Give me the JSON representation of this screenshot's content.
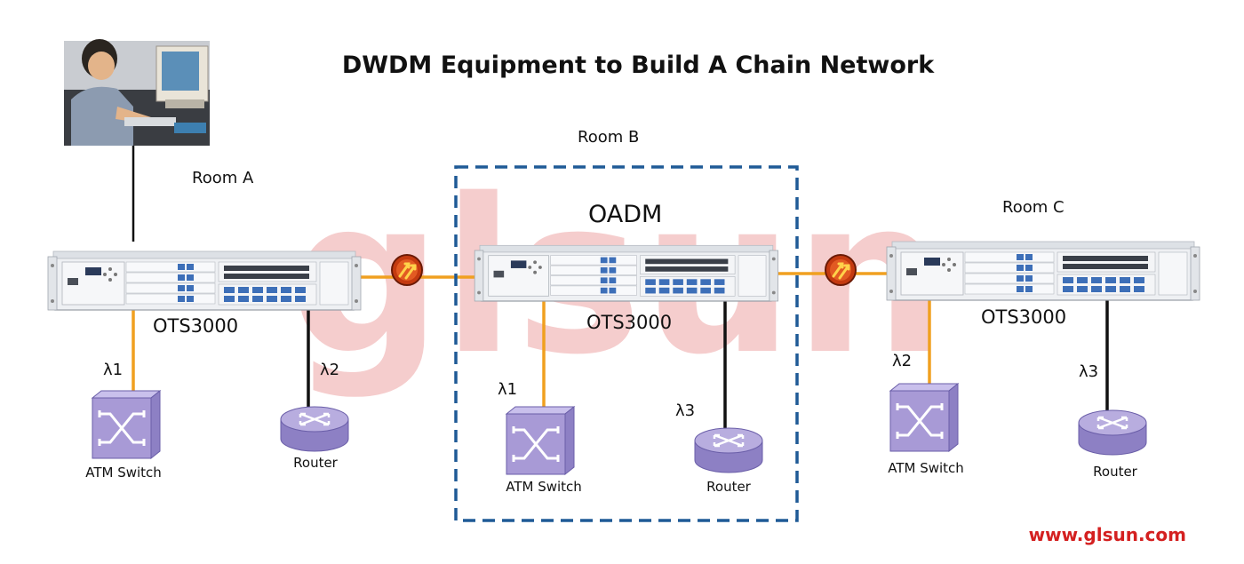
{
  "title": "DWDM Equipment to Build A Chain Network",
  "watermark": "glsun",
  "website": "www.glsun.com",
  "colors": {
    "fiber_orange": "#f0a020",
    "dashed_box": "#1f5a96",
    "watermark": "#f2b8b8",
    "website_red": "#d42020",
    "device_purple": "#a89ad6"
  },
  "rooms": {
    "a": {
      "label": "Room A",
      "equipment": "OTS3000",
      "left_device": {
        "lambda": "λ1",
        "type": "ATM Switch",
        "icon": "atm-switch-icon"
      },
      "right_device": {
        "lambda": "λ2",
        "type": "Router",
        "icon": "router-icon"
      }
    },
    "b": {
      "label": "Room B",
      "function": "OADM",
      "equipment": "OTS3000",
      "left_device": {
        "lambda": "λ1",
        "type": "ATM Switch",
        "icon": "atm-switch-icon"
      },
      "right_device": {
        "lambda": "λ3",
        "type": "Router",
        "icon": "router-icon"
      }
    },
    "c": {
      "label": "Room C",
      "equipment": "OTS3000",
      "left_device": {
        "lambda": "λ2",
        "type": "ATM Switch",
        "icon": "atm-switch-icon"
      },
      "right_device": {
        "lambda": "λ3",
        "type": "Router",
        "icon": "router-icon"
      }
    }
  },
  "operator": {
    "icon": "operator-workstation-icon"
  },
  "amplifier": {
    "icon": "optical-amplifier-icon"
  }
}
